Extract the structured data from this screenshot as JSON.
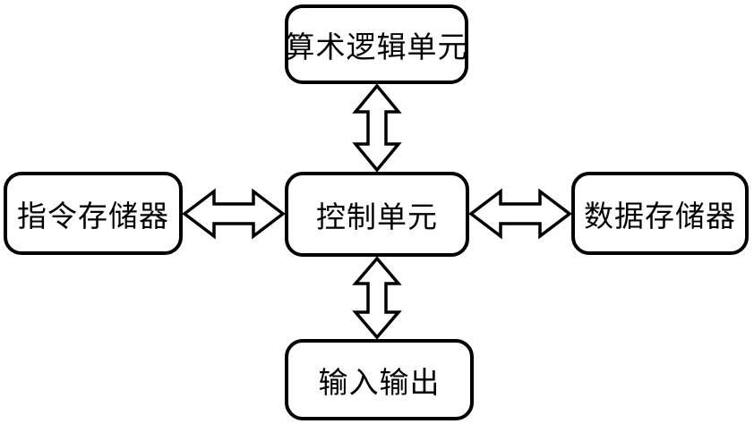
{
  "diagram": {
    "title": "CPU block diagram",
    "colors": {
      "background": "#ffffff",
      "line": "#000000",
      "node_fill": "#ffffff"
    },
    "nodes": [
      {
        "id": "alu",
        "label": "算术逻辑单元"
      },
      {
        "id": "instruction-memory",
        "label": "指令存储器"
      },
      {
        "id": "control-unit",
        "label": "控制单元"
      },
      {
        "id": "data-memory",
        "label": "数据存储器"
      },
      {
        "id": "io",
        "label": "输入输出"
      }
    ],
    "edges": [
      {
        "from": "control-unit",
        "to": "alu",
        "style": "hollow-double-arrow",
        "direction": "bidirectional"
      },
      {
        "from": "control-unit",
        "to": "instruction-memory",
        "style": "hollow-double-arrow",
        "direction": "bidirectional"
      },
      {
        "from": "control-unit",
        "to": "data-memory",
        "style": "hollow-double-arrow",
        "direction": "bidirectional"
      },
      {
        "from": "control-unit",
        "to": "io",
        "style": "hollow-double-arrow",
        "direction": "bidirectional"
      }
    ]
  }
}
